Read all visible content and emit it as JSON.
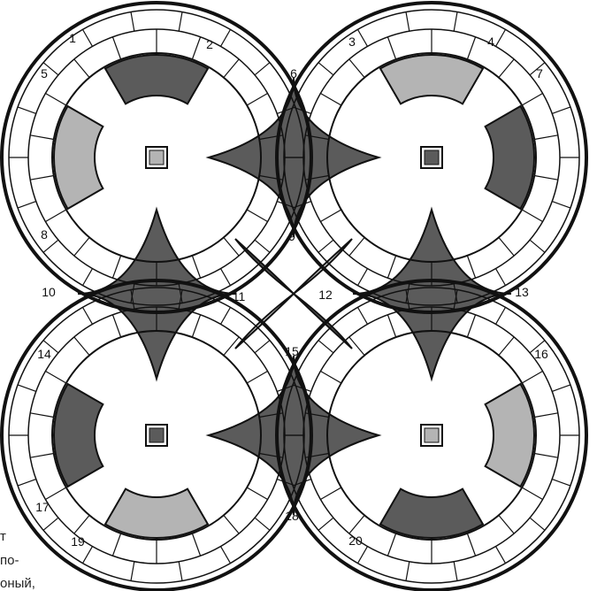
{
  "pattern": {
    "motif": "double-wedding-ring",
    "colors": {
      "outline": "#111111",
      "ring_fill": "#ffffff",
      "dark": "#5b5b5b",
      "light": "#b4b4b4",
      "background": "#ffffff"
    },
    "square_shades": [
      "light",
      "dark",
      "dark",
      "light"
    ],
    "arc_shades": {
      "top_left_top": "dark",
      "top_left_left": "light",
      "top_right_top": "light",
      "top_right_right": "dark",
      "bottom_left_left": "dark",
      "bottom_left_bottom": "light",
      "bottom_right_right": "light",
      "bottom_right_bottom": "dark"
    }
  },
  "labels": [
    "1",
    "2",
    "3",
    "4",
    "5",
    "6",
    "7",
    "8",
    "9",
    "10",
    "11",
    "12",
    "13",
    "14",
    "15",
    "16",
    "17",
    "18",
    "19",
    "20"
  ],
  "margin_text": [
    "т",
    "по-",
    "оный,"
  ]
}
